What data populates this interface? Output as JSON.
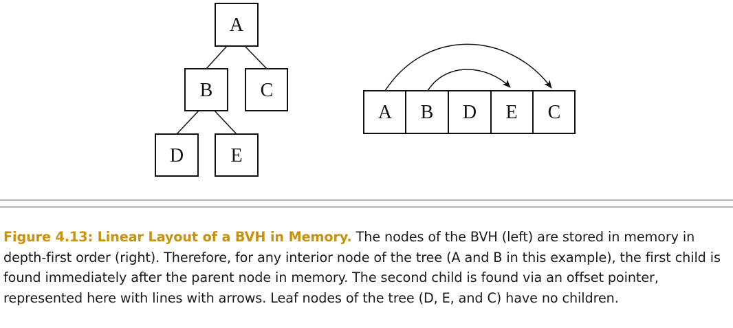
{
  "diagram": {
    "tree": {
      "nodes": [
        {
          "id": "A",
          "label": "A"
        },
        {
          "id": "B",
          "label": "B"
        },
        {
          "id": "C",
          "label": "C"
        },
        {
          "id": "D",
          "label": "D"
        },
        {
          "id": "E",
          "label": "E"
        }
      ],
      "edges": [
        [
          "A",
          "B"
        ],
        [
          "A",
          "C"
        ],
        [
          "B",
          "D"
        ],
        [
          "B",
          "E"
        ]
      ]
    },
    "linear_layout": {
      "cells": [
        "A",
        "B",
        "D",
        "E",
        "C"
      ],
      "offset_pointers": [
        {
          "from": "A",
          "to": "C"
        },
        {
          "from": "B",
          "to": "E"
        }
      ]
    },
    "colors": {
      "stroke": "#111111",
      "caption_label": "#c7920f",
      "rule": "#b3b3b3"
    }
  },
  "caption": {
    "label": "Figure 4.13: Linear Layout of a BVH in Memory.",
    "text": " The nodes of the BVH (left) are stored in memory in depth-first order (right). Therefore, for any interior node of the tree (A and B in this example), the first child is found immediately after the parent node in memory. The second child is found via an offset pointer, represented here with lines with arrows. Leaf nodes of the tree (D, E, and C) have no children."
  }
}
